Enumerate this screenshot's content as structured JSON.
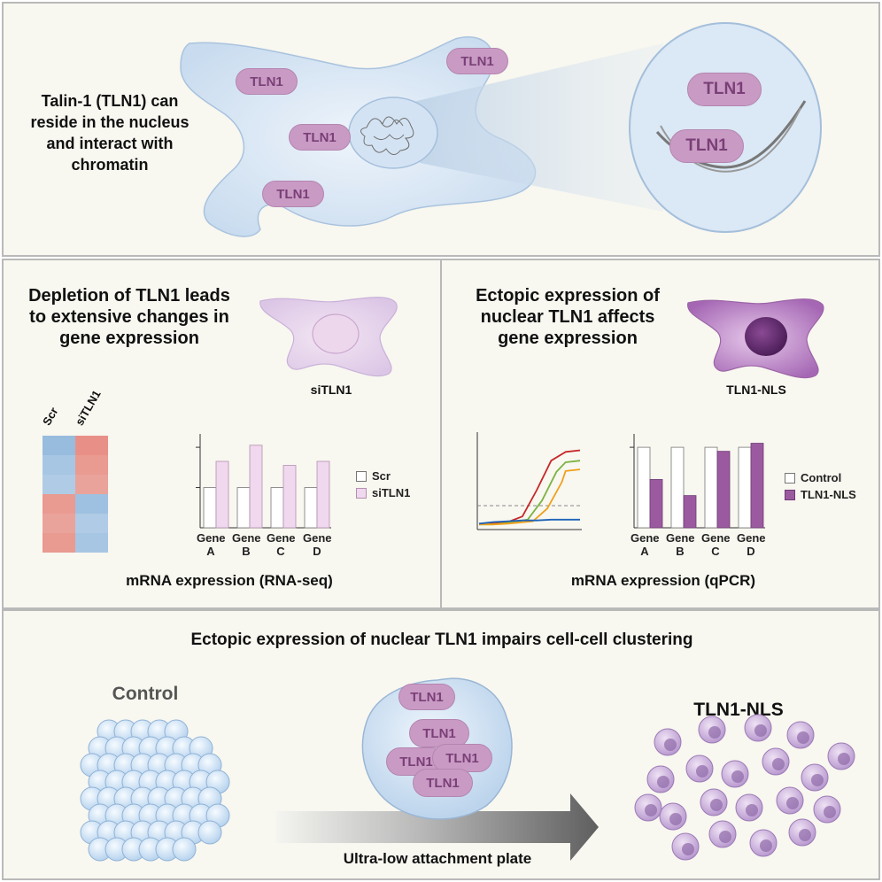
{
  "top": {
    "caption": "Talin-1 (TLN1) can reside in the nucleus and interact with chromatin",
    "protein_label": "TLN1"
  },
  "left": {
    "title": "Depletion of TLN1 leads to extensive changes in gene expression",
    "cell_label": "siTLN1",
    "heatmap_cols": [
      "Scr",
      "siTLN1"
    ],
    "legend": [
      "Scr",
      "siTLN1"
    ],
    "genes": [
      "Gene A",
      "Gene B",
      "Gene C",
      "Gene D"
    ],
    "footer": "mRNA expression (RNA-seq)"
  },
  "right": {
    "title": "Ectopic expression of nuclear TLN1 affects gene expression",
    "cell_label": "TLN1-NLS",
    "legend": [
      "Control",
      "TLN1-NLS"
    ],
    "genes": [
      "Gene A",
      "Gene B",
      "Gene C",
      "Gene D"
    ],
    "footer": "mRNA expression (qPCR)"
  },
  "bottom": {
    "title": "Ectopic expression of nuclear TLN1 impairs cell-cell clustering",
    "control_label": "Control",
    "nls_label": "TLN1-NLS",
    "plate_label": "Ultra-low attachment plate",
    "protein_label": "TLN1"
  },
  "colors": {
    "panel_bg": "#f8f7f0",
    "border": "#b9b9b9",
    "tln1_fill": "#c99bc4",
    "tln1_text": "#7a3f77",
    "cell_blue": "#dce9f7",
    "nls_purple": "#9b5aa0"
  },
  "chart_data": [
    {
      "type": "bar",
      "categories": [
        "Gene A",
        "Gene B",
        "Gene C",
        "Gene D"
      ],
      "series": [
        {
          "name": "Scr",
          "values": [
            1.0,
            1.0,
            1.0,
            1.0
          ]
        },
        {
          "name": "siTLN1",
          "values": [
            1.65,
            2.05,
            1.55,
            1.65
          ]
        }
      ]
    },
    {
      "type": "bar",
      "categories": [
        "Gene A",
        "Gene B",
        "Gene C",
        "Gene D"
      ],
      "series": [
        {
          "name": "Control",
          "values": [
            1.0,
            1.0,
            1.0,
            1.0
          ]
        },
        {
          "name": "TLN1-NLS",
          "values": [
            0.6,
            0.4,
            0.95,
            1.05
          ]
        }
      ]
    },
    {
      "type": "line",
      "series": [
        {
          "values": [
            0.02,
            0.03,
            0.05,
            0.12,
            0.45,
            0.82,
            0.93,
            0.95
          ]
        },
        {
          "values": [
            0.02,
            0.02,
            0.04,
            0.08,
            0.32,
            0.68,
            0.8,
            0.82
          ]
        },
        {
          "values": [
            0.02,
            0.02,
            0.03,
            0.06,
            0.22,
            0.55,
            0.69,
            0.71
          ]
        },
        {
          "values": [
            0.03,
            0.05,
            0.06,
            0.07,
            0.07,
            0.08,
            0.08,
            0.08
          ]
        }
      ],
      "threshold": 0.27
    },
    {
      "type": "heatmap",
      "columns": [
        "Scr",
        "siTLN1"
      ],
      "values": [
        [
          -0.8,
          0.8
        ],
        [
          -0.6,
          0.7
        ],
        [
          -0.5,
          0.6
        ],
        [
          0.7,
          -0.7
        ],
        [
          0.6,
          -0.5
        ],
        [
          0.7,
          -0.6
        ]
      ]
    }
  ]
}
